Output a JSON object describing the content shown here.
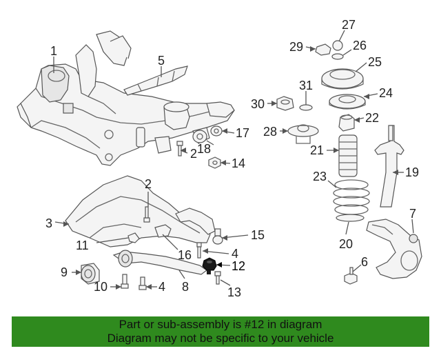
{
  "labels": {
    "n1": "1",
    "n2a": "2",
    "n2b": "2",
    "n3": "3",
    "n4a": "4",
    "n4b": "4",
    "n5": "5",
    "n6": "6",
    "n7": "7",
    "n8": "8",
    "n9": "9",
    "n10": "10",
    "n11": "11",
    "n12": "12",
    "n13": "13",
    "n14": "14",
    "n15": "15",
    "n16": "16",
    "n17": "17",
    "n18": "18",
    "n19": "19",
    "n20": "20",
    "n21": "21",
    "n22": "22",
    "n23": "23",
    "n24": "24",
    "n25": "25",
    "n26": "26",
    "n27": "27",
    "n28": "28",
    "n29": "29",
    "n30": "30",
    "n31": "31"
  },
  "highlight_color": "#000000",
  "banner": {
    "line1": "Part or sub-assembly is #12 in diagram",
    "line2": "Diagram may not be specific to your vehicle",
    "background": "#2f8a1e"
  }
}
